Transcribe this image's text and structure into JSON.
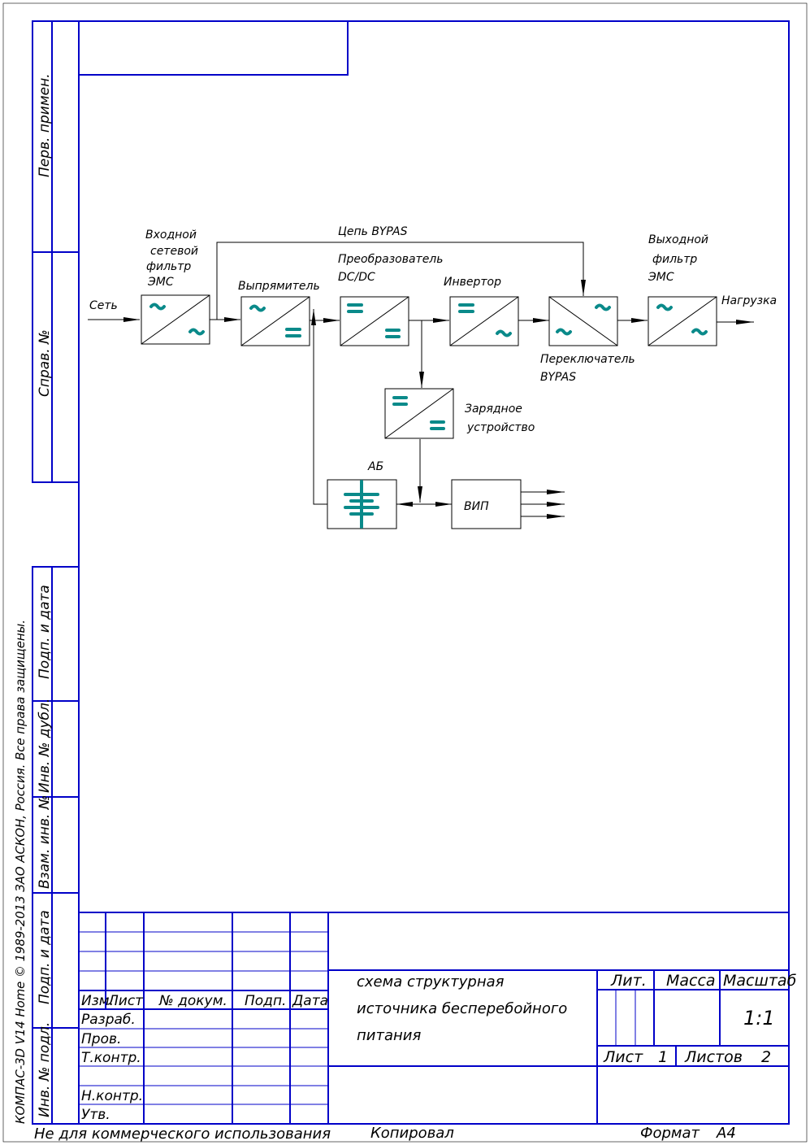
{
  "side_stamp": {
    "perv_primen": "Перв. примен.",
    "sprav_no": "Справ. №",
    "podp_data_1": "Подп. и дата",
    "inv_no_dubl": "Инв. № дубл.",
    "vzam_inv_no": "Взам. инв. №",
    "podp_data_2": "Подп. и дата",
    "inv_no_podl": "Инв. № подл.",
    "copyright": "КОМПАС-3D V14 Home © 1989-2013 ЗАО АСКОН, Россия. Все права защищены."
  },
  "diagram": {
    "input_label": "Сеть",
    "output_label": "Нагрузка",
    "bypass_label": "Цепь BYPAS",
    "blocks": {
      "input_filter": [
        "Входной",
        "сетевой",
        "фильтр",
        "ЭМС"
      ],
      "rectifier": "Выпрямитель",
      "dcdc": [
        "Преобразователь",
        "DC/DC"
      ],
      "inverter": "Инвертор",
      "bypass_switch": [
        "Переключатель",
        "BYPAS"
      ],
      "output_filter": [
        "Выходной",
        "фильтр",
        "ЭМС"
      ],
      "charger": [
        "Зарядное",
        "устройство"
      ],
      "battery": "АБ",
      "vip": "ВИП"
    }
  },
  "title_block": {
    "col_headers": {
      "izm": "Изм.",
      "list": "Лист",
      "doc_no": "№ докум.",
      "podp": "Подп.",
      "data": "Дата"
    },
    "roles": {
      "razrab": "Разраб.",
      "prov": "Пров.",
      "tkontr": "Т.контр.",
      "nkontr": "Н.контр.",
      "utv": "Утв."
    },
    "title_lines": [
      "схема структурная",
      "источника бесперебойного",
      "питания"
    ],
    "lit_label": "Лит.",
    "massa_label": "Масса",
    "masshtab_label": "Масштаб",
    "scale_value": "1:1",
    "sheet_label": "Лист",
    "sheet_value": "1",
    "sheets_label": "Листов",
    "sheets_value": "2"
  },
  "footer": {
    "not_commercial": "Не для коммерческого использования",
    "copied": "Копировал",
    "format_label": "Формат",
    "format_value": "А4"
  }
}
